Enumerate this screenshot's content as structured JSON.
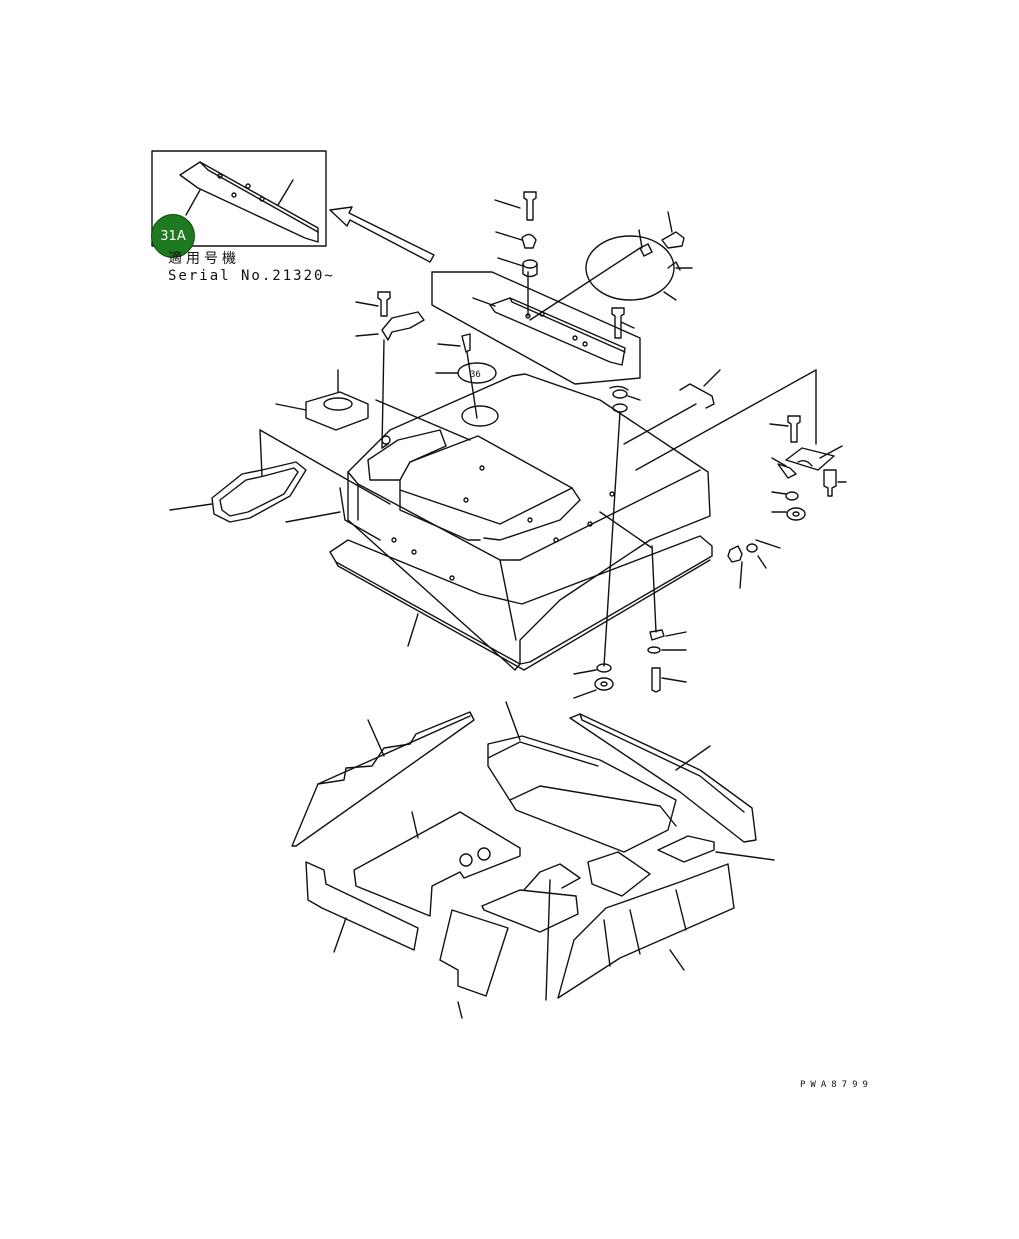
{
  "inset": {
    "applicable_label": "適用号機",
    "serial_label": "Serial No.21320~"
  },
  "hotspot": {
    "label": "31A",
    "color": "#1e7a1e"
  },
  "drawing_code": "PWA8799"
}
